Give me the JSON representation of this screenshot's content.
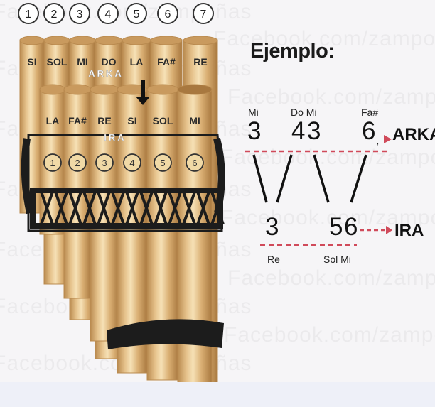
{
  "watermark": "Facebook.com/zampoñas",
  "circle_numbers": [
    "1",
    "2",
    "3",
    "4",
    "5",
    "6",
    "7"
  ],
  "arka_pipes": [
    "SI",
    "SOL",
    "MI",
    "DO",
    "LA",
    "FA#",
    "RE"
  ],
  "ira_pipes": [
    "LA",
    "FA#",
    "RE",
    "SI",
    "SOL",
    "MI"
  ],
  "ira_pipe_numbers": [
    "1",
    "2",
    "3",
    "4",
    "5",
    "6"
  ],
  "row_labels": {
    "arka": "ARKA",
    "ira": "IRA"
  },
  "example": {
    "title": "Ejemplo:",
    "top_notes": [
      "Mi",
      "Do Mi",
      "Fa#"
    ],
    "top_digits": [
      "3",
      "4",
      "3",
      "6"
    ],
    "top_sub": ",",
    "top_result": "ARKA",
    "bottom_digits": [
      "3",
      "5",
      "6"
    ],
    "bottom_sub": ",",
    "bottom_notes": [
      "Re",
      "Sol Mi"
    ],
    "bottom_result": "IRA"
  },
  "colors": {
    "bamboo_light": "#f2d8a8",
    "bamboo_mid": "#dcb47a",
    "bamboo_dark": "#b98a4f",
    "cord": "#1c1c1c",
    "dashed_red": "#d04a5a",
    "bottom_band": "#eef0f8"
  }
}
